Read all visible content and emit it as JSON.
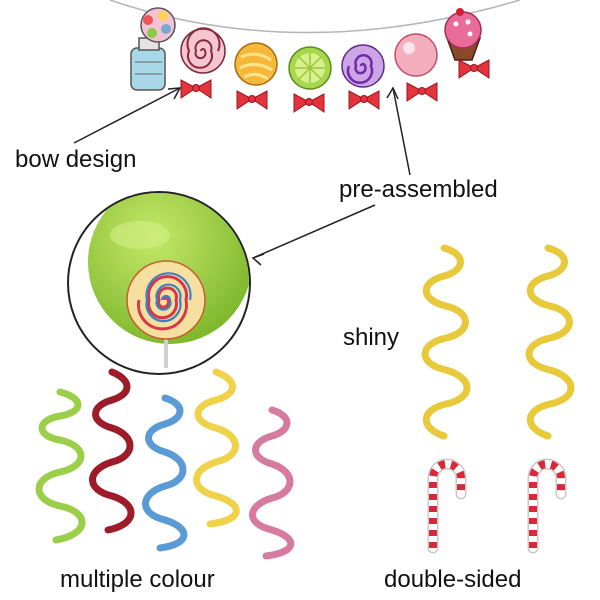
{
  "labels": {
    "bow_design": "bow design",
    "pre_assembled": "pre-assembled",
    "shiny": "shiny",
    "multiple_colour": "multiple colour",
    "double_sided": "double-sided"
  },
  "colors": {
    "swirl_green": "#9bcf4a",
    "swirl_red": "#9e1b2a",
    "swirl_blue": "#5b9bd5",
    "swirl_yellow": "#efd24a",
    "swirl_pink": "#d77aa0",
    "gold": "#e8c93a",
    "cane_red": "#d8283a",
    "bow_red": "#e1343c",
    "circle_green": "#8bc53a",
    "string": "#b5b5b5"
  }
}
